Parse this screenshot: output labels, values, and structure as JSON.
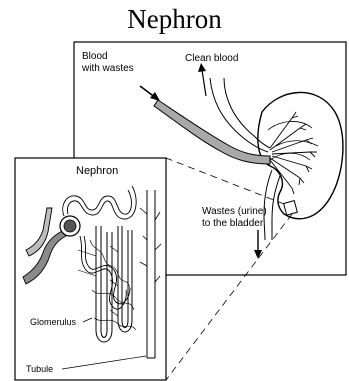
{
  "title": "Nephron",
  "kidney_panel": {
    "labels": {
      "blood_with_wastes_line1": "Blood",
      "blood_with_wastes_line2": "with wastes",
      "clean_blood": "Clean blood",
      "wastes_urine": "Wastes (urine)",
      "to_the_bladder": "to the bladder"
    }
  },
  "nephron_inset": {
    "title": "Nephron",
    "labels": {
      "glomerulus": "Glomerulus",
      "tubule": "Tubule"
    }
  }
}
